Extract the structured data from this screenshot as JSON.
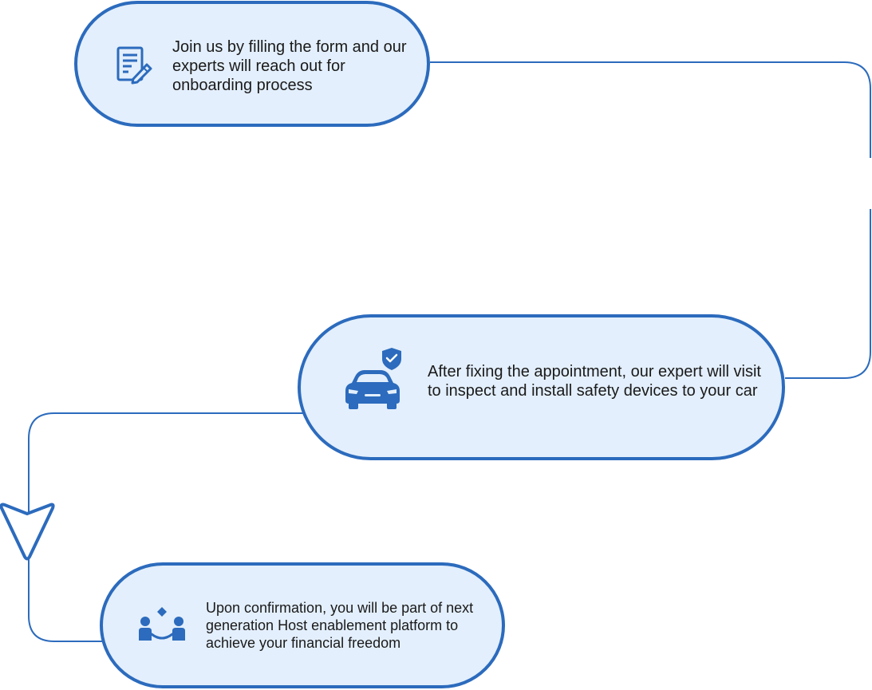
{
  "steps": [
    {
      "icon": "form-edit-icon",
      "text": "Join us by filling the form and our experts will reach out for onboarding process"
    },
    {
      "icon": "car-shield-icon",
      "text": "After fixing the appointment, our expert will visit to inspect and install safety devices to your car"
    },
    {
      "icon": "people-connect-icon",
      "text": "Upon confirmation, you will be part of next generation Host enablement platform to achieve your financial freedom"
    }
  ],
  "colors": {
    "accent": "#2c6bbd",
    "pill_fill": "#e3effc",
    "text": "#1a1a1a"
  }
}
